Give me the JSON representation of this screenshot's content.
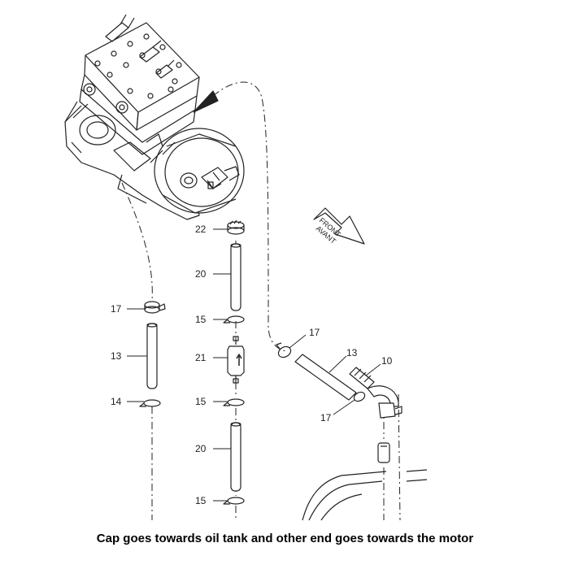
{
  "callouts": {
    "part_22": "22",
    "part_20_upper": "20",
    "part_17_left": "17",
    "part_15_a": "15",
    "part_13_left": "13",
    "part_21": "21",
    "part_14": "14",
    "part_15_b": "15",
    "part_20_lower": "20",
    "part_15_c": "15",
    "part_17_right_upper": "17",
    "part_13_right": "13",
    "part_10": "10",
    "part_17_right_lower": "17"
  },
  "front_arrow": {
    "line1": "FRONT",
    "line2": "AVANT"
  },
  "caption": "Cap goes towards oil tank and other end goes towards the motor"
}
